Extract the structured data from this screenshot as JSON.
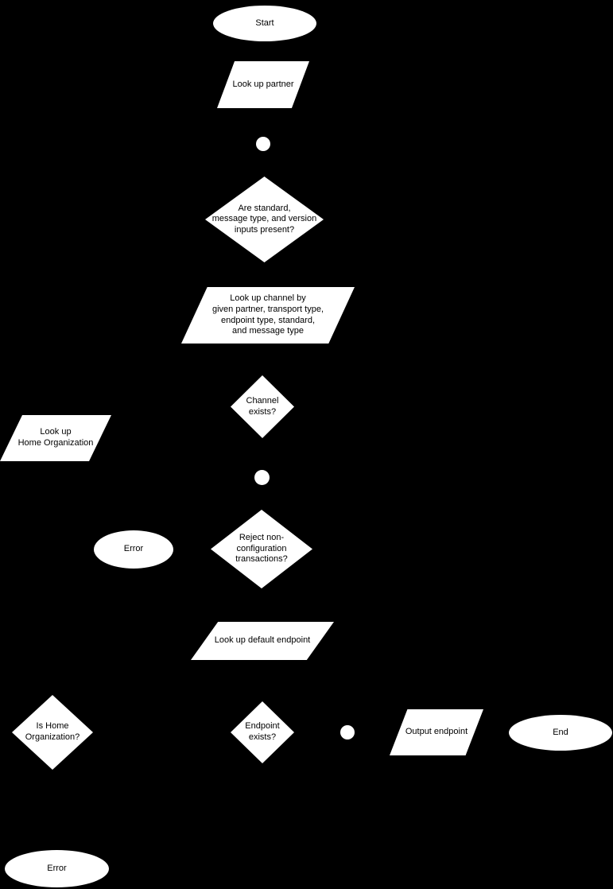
{
  "canvas": {
    "background_color": "#000000",
    "node_fill_color": "#ffffff",
    "node_text_color": "#000000"
  },
  "nodes": [
    {
      "id": "start",
      "type": "terminator-ellipse",
      "label": "Start"
    },
    {
      "id": "look-up-partner",
      "type": "io-parallelogram",
      "label": "Look up partner"
    },
    {
      "id": "junction-1",
      "type": "junction-circle",
      "label": ""
    },
    {
      "id": "inputs-present",
      "type": "decision-diamond",
      "label": "Are standard,\nmessage type, and version\ninputs present?"
    },
    {
      "id": "look-up-channel",
      "type": "io-parallelogram",
      "label": "Look up channel by\ngiven partner, transport type,\nendpoint type, standard,\nand message type"
    },
    {
      "id": "channel-exists",
      "type": "decision-diamond",
      "label": "Channel\nexists?"
    },
    {
      "id": "look-up-home-organization",
      "type": "io-parallelogram",
      "label": "Look up\nHome Organization"
    },
    {
      "id": "junction-2",
      "type": "junction-circle",
      "label": ""
    },
    {
      "id": "error-middle",
      "type": "terminator-ellipse",
      "label": "Error"
    },
    {
      "id": "reject-non-configuration",
      "type": "decision-diamond",
      "label": "Reject non-\nconfiguration\ntransactions?"
    },
    {
      "id": "look-up-default-endpoint",
      "type": "io-parallelogram",
      "label": "Look up default endpoint"
    },
    {
      "id": "is-home-organization",
      "type": "decision-diamond",
      "label": "Is Home\nOrganization?"
    },
    {
      "id": "endpoint-exists",
      "type": "decision-diamond",
      "label": "Endpoint\nexists?"
    },
    {
      "id": "junction-3",
      "type": "junction-circle",
      "label": ""
    },
    {
      "id": "output-endpoint",
      "type": "io-parallelogram",
      "label": "Output endpoint"
    },
    {
      "id": "end",
      "type": "terminator-ellipse",
      "label": "End"
    },
    {
      "id": "error-bottom",
      "type": "terminator-ellipse",
      "label": "Error"
    }
  ]
}
